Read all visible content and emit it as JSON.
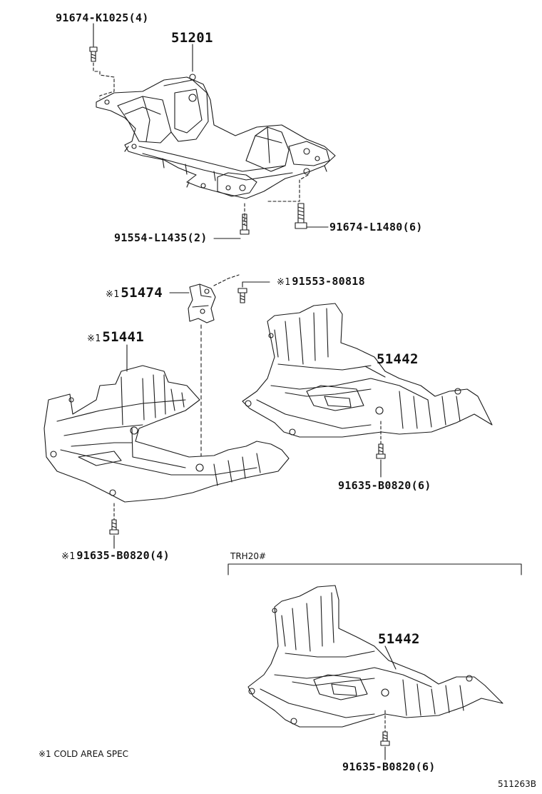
{
  "labels": {
    "bolt_top_left": "91674-K1025(4)",
    "crossmember": "51201",
    "bolt_center": "91554-L1435(2)",
    "bolt_right": "91674-L1480(6)",
    "bracket": "51474",
    "bracket_note": "※1",
    "screw_bracket": "91553-80818",
    "screw_bracket_note": "※1",
    "cover_left": "51441",
    "cover_left_note": "※1",
    "cover_right": "51442",
    "screw_cover_right": "91635-B0820(6)",
    "screw_cover_left": "91635-B0820(4)",
    "screw_cover_left_note": "※1",
    "variant": "TRH20#",
    "cover_bottom": "51442",
    "screw_cover_bottom": "91635-B0820(6)",
    "footnote": "※1 COLD AREA SPEC",
    "diagram_code": "511263B"
  },
  "parts": [
    {
      "id": "frame-assembly",
      "part_no": "51201"
    },
    {
      "id": "engine-under-cover-bracket",
      "part_no": "51474"
    },
    {
      "id": "engine-under-cover-left",
      "part_no": "51441"
    },
    {
      "id": "engine-under-cover-right",
      "part_no": "51442"
    },
    {
      "id": "engine-under-cover-right-trh20",
      "part_no": "51442"
    }
  ],
  "colors": {
    "line": "#1a1a1a",
    "paper": "#ffffff",
    "shade": "#f4f4f4"
  }
}
